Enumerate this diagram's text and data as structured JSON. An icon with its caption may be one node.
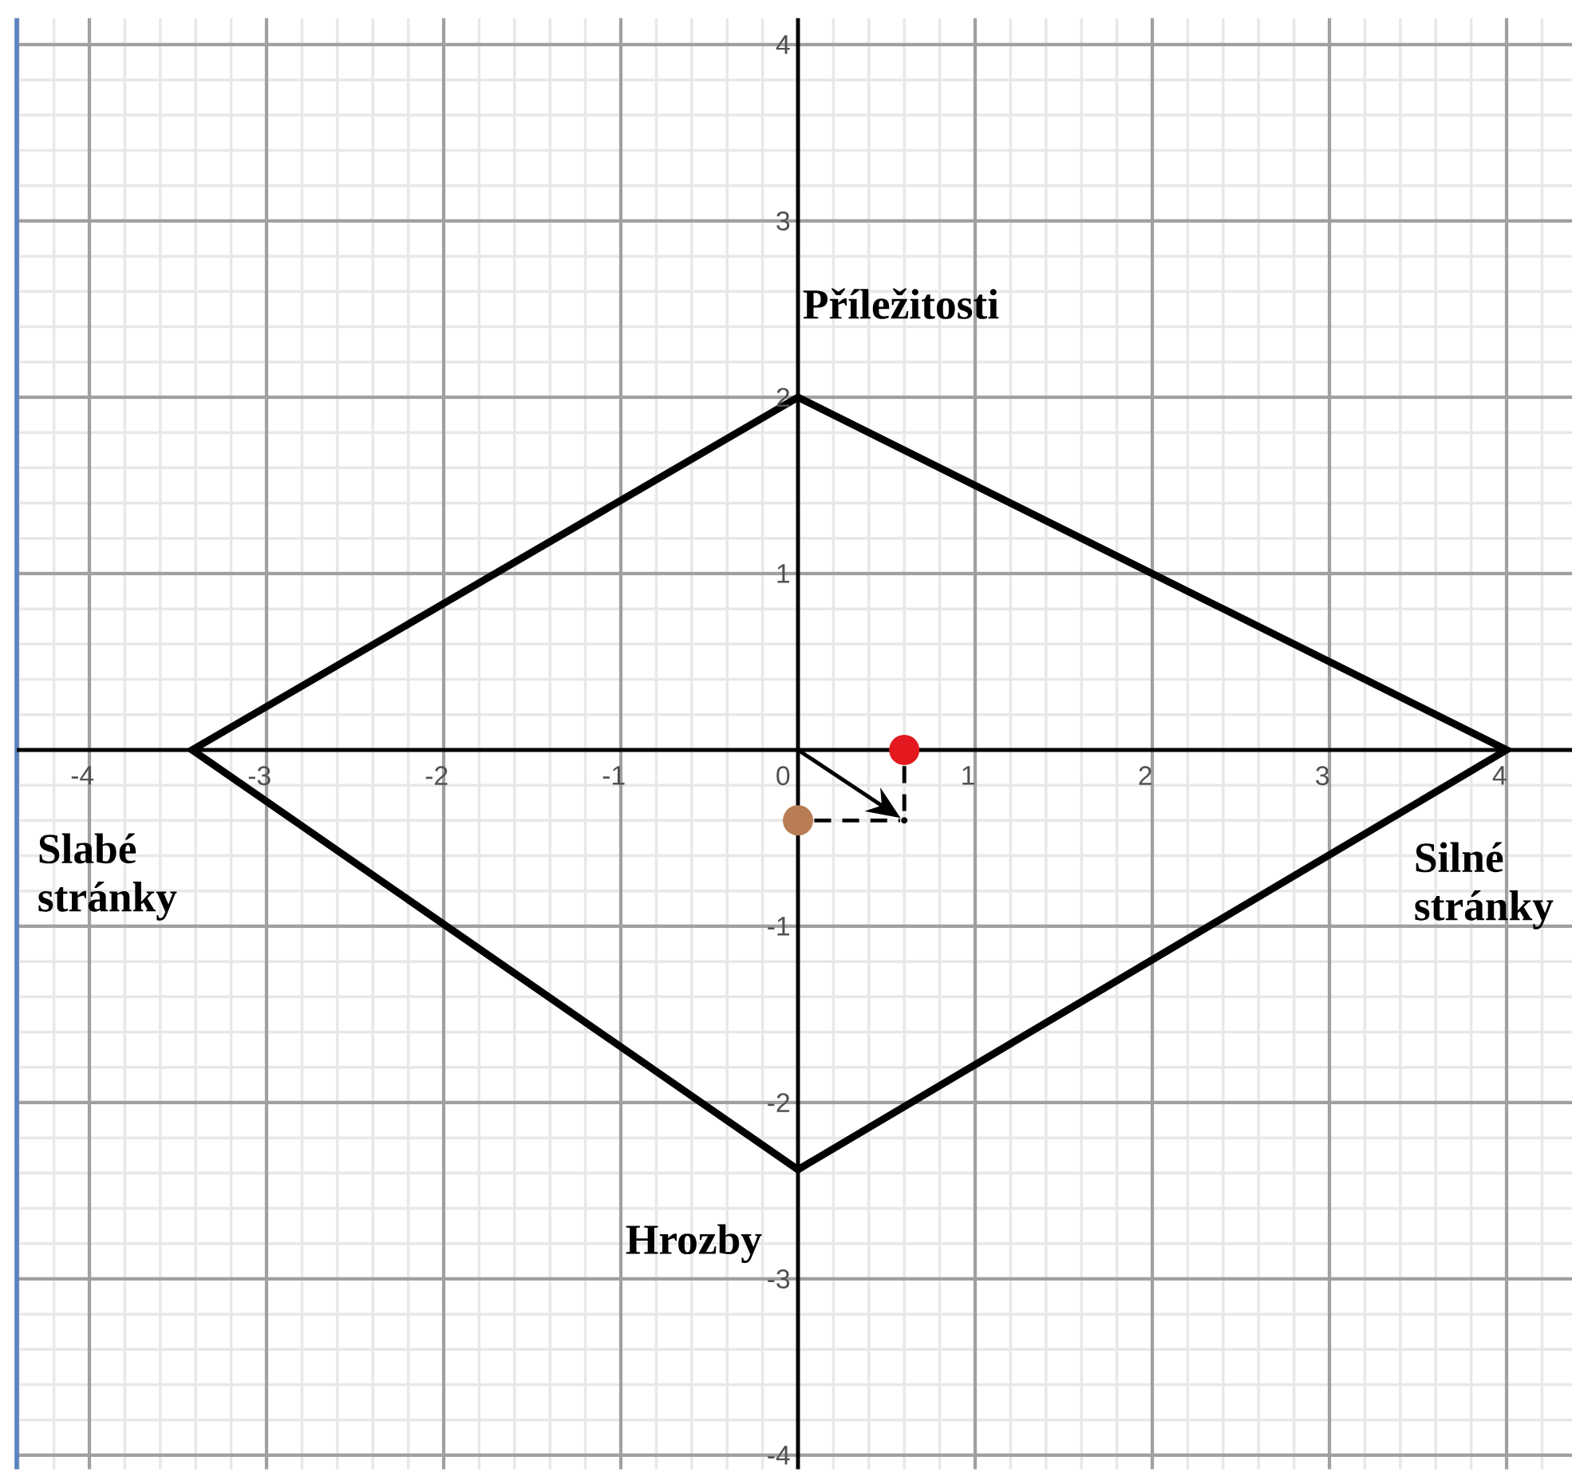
{
  "diagram": {
    "nodes": [
      {
        "text": [],
        "shape": "circle"
      },
      {
        "text": [],
        "shape": "circle"
      },
      {
        "text": [],
        "shape": "point"
      }
    ],
    "edges": [
      {
        "from": null,
        "to": 2,
        "arrow": "to"
      },
      {
        "from": 0,
        "to": 2,
        "arrow": "none",
        "style": "dashed"
      },
      {
        "from": 1,
        "to": 2,
        "arrow": "none",
        "style": "dashed"
      }
    ],
    "labels": [
      "4",
      "3",
      "Příležitosti",
      "2",
      "1",
      "-4",
      "-3",
      "-2",
      "-1",
      "0",
      "1",
      "2",
      "3",
      "4",
      "Slabé stránky",
      "Silné stránky",
      "-1",
      "-2",
      "Hrozby",
      "-3",
      "-4"
    ]
  }
}
